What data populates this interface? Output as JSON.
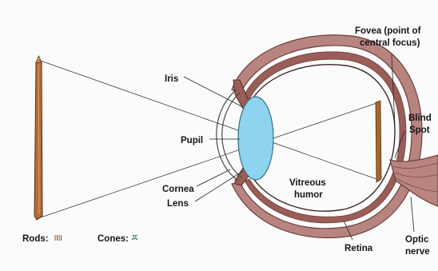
{
  "labels": {
    "iris": "Iris",
    "pupil": "Pupil",
    "cornea": "Cornea",
    "lens": "Lens",
    "vitreous_line1": "Vitreous",
    "vitreous_line2": "humor",
    "fovea_line1": "Fovea (point of",
    "fovea_line2": "central focus)",
    "blind_line1": "Blind",
    "blind_line2": "Spot",
    "retina": "Retina",
    "optic_line1": "Optic",
    "optic_line2": "nerve"
  },
  "legend": {
    "rods": "Rods:",
    "cones": "Cones:"
  },
  "colors": {
    "sclera": "#b88480",
    "sclera_dark": "#7b4a46",
    "choroid": "#9a5d58",
    "lens": "#8fd4ee",
    "lens_stroke": "#3a6f86",
    "object": "#b26c3a",
    "retina_image": "#a5672e"
  }
}
